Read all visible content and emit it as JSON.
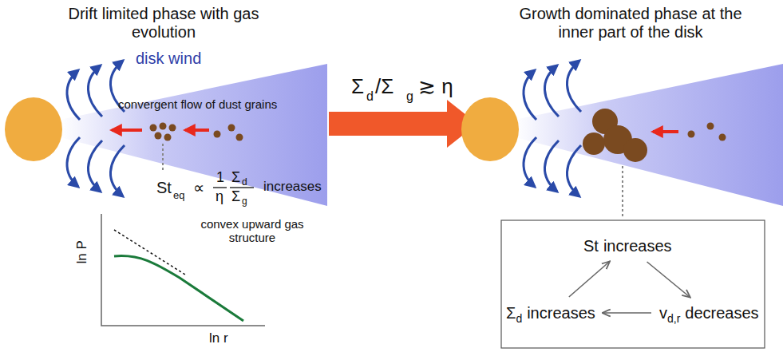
{
  "diagram": {
    "nodes": [
      {
        "text": [
          "St",
          "increases"
        ]
      },
      {
        "text": [
          "Σ",
          "d",
          "increases"
        ]
      },
      {
        "text": [
          "v",
          "d,r",
          "decreases"
        ]
      }
    ],
    "edges": [
      {
        "from": 0,
        "to": 2,
        "arrow": "to"
      },
      {
        "from": 2,
        "to": 1,
        "arrow": "to"
      },
      {
        "from": 1,
        "to": 0,
        "arrow": "to"
      }
    ],
    "labels": [
      "Drift limited phase with gas evolution",
      "Growth dominated phase at the inner part of the disk",
      "disk wind",
      "convergent flow of dust grains",
      "St",
      "eq",
      "∝",
      "1",
      "η",
      "Σ",
      "d",
      "Σ",
      "g",
      "increases",
      "ln P",
      "ln r",
      "convex upward gas structure",
      "Σ",
      "d",
      "/Σ",
      "g",
      "≳ η"
    ]
  }
}
